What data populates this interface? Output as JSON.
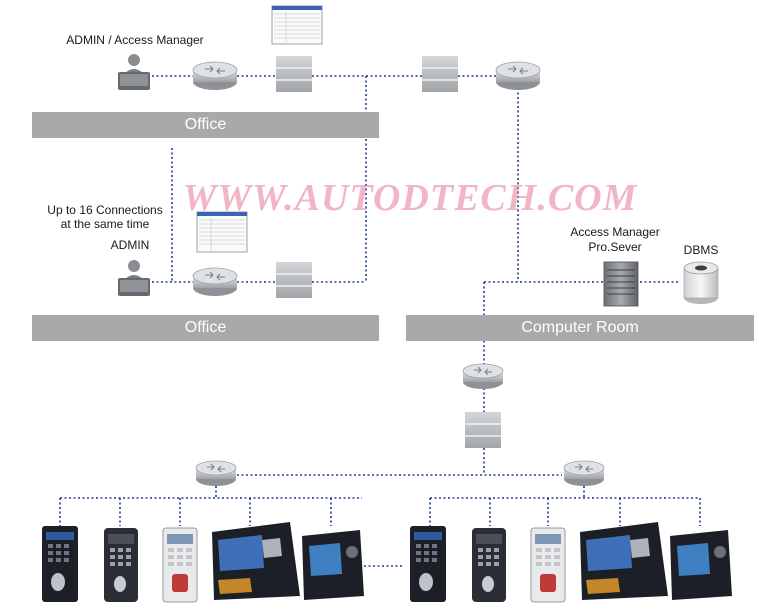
{
  "labels": {
    "admin_access_manager": "ADMIN / Access Manager",
    "up_to_connections_line1": "Up to 16 Connections",
    "up_to_connections_line2": "at the same time",
    "admin": "ADMIN",
    "access_manager_line1": "Access Manager",
    "access_manager_line2": "Pro.Sever",
    "dbms": "DBMS"
  },
  "zones": {
    "office_top": "Office",
    "office_bottom": "Office",
    "computer_room": "Computer Room"
  },
  "watermark": "WWW.AUTODTECH.COM",
  "colors": {
    "band": "#a9a9a9",
    "line": "#1f3a8f",
    "router": "#b9bcc0",
    "terminal_body": "#1c1f26"
  }
}
